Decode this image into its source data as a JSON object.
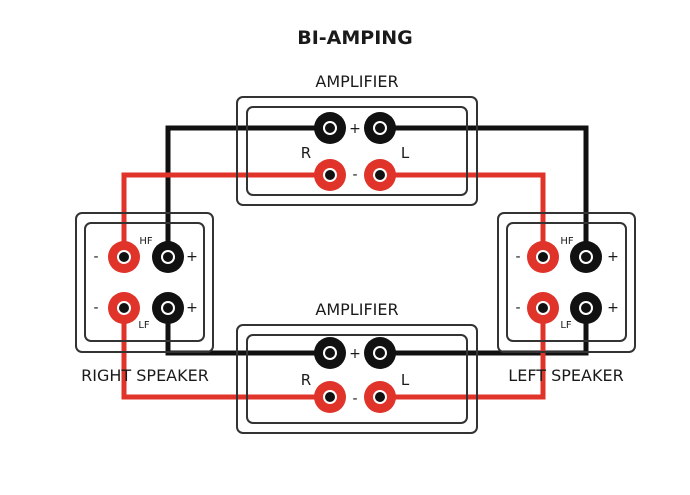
{
  "title": "BI-AMPING",
  "amplifiers": [
    {
      "label": "AMPLIFIER",
      "left_channel": "R",
      "right_channel": "L",
      "top_sign": "+",
      "bottom_sign": "-"
    },
    {
      "label": "AMPLIFIER",
      "left_channel": "R",
      "right_channel": "L",
      "top_sign": "+",
      "bottom_sign": "-"
    }
  ],
  "speakers": [
    {
      "label": "RIGHT SPEAKER",
      "hf": "HF",
      "lf": "LF",
      "minus": "-",
      "plus": "+"
    },
    {
      "label": "LEFT SPEAKER",
      "hf": "HF",
      "lf": "LF",
      "minus": "-",
      "plus": "+"
    }
  ],
  "colors": {
    "positive_wire": "#111111",
    "negative_wire": "#e0332a",
    "positive_terminal": "#111111",
    "negative_terminal": "#e0332a",
    "outline": "#333333"
  }
}
